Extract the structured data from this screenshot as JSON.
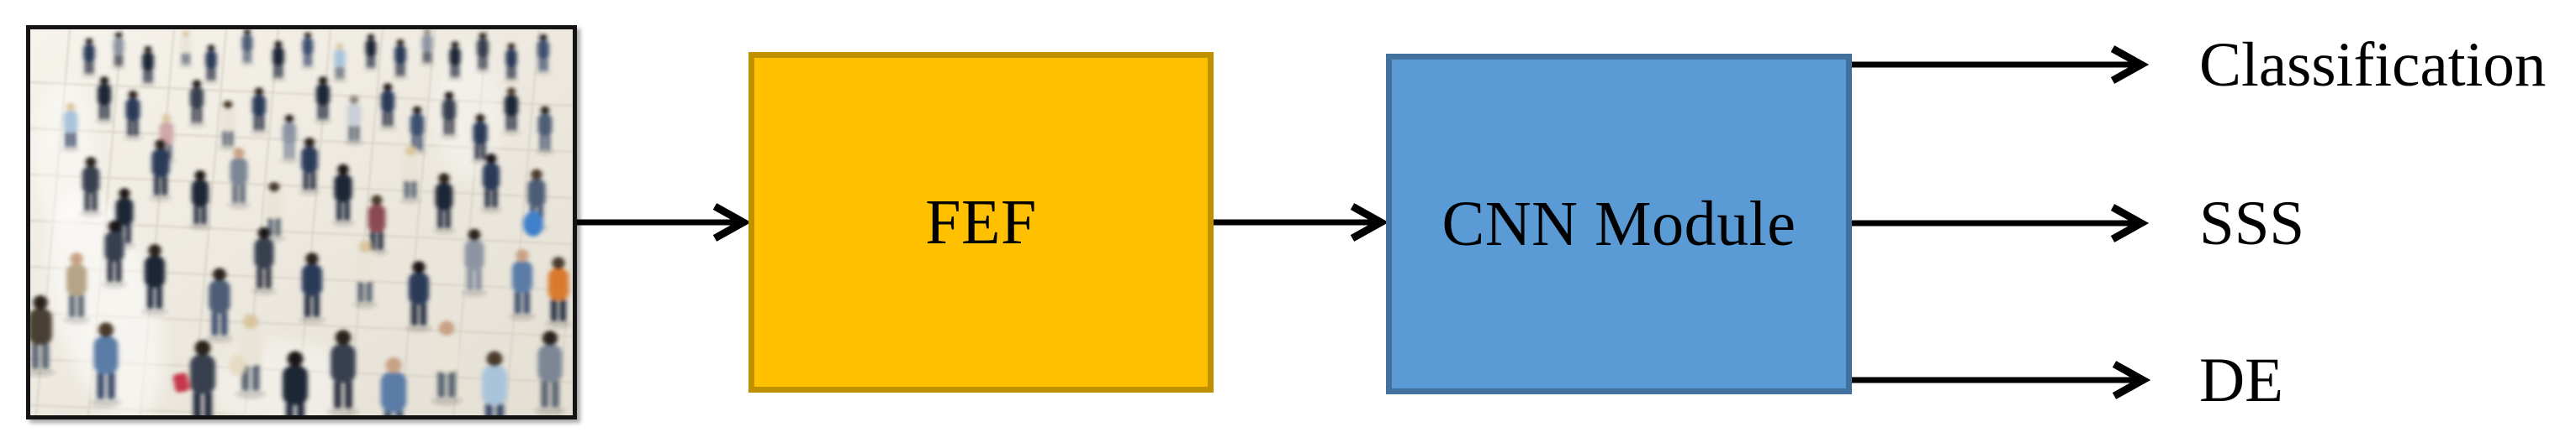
{
  "diagram": {
    "background": "#FFFFFF",
    "input_image": {
      "name": "crowd-photo",
      "alt": "Blurred overhead crowd of pedestrians"
    },
    "nodes": [
      {
        "id": "fef",
        "label": "FEF",
        "fill": "#FFC000",
        "border": "#BF9000",
        "text_color": "#000000"
      },
      {
        "id": "cnn",
        "label": "CNN Module",
        "fill": "#5B9BD5",
        "border": "#41719C",
        "text_color": "#000000"
      }
    ],
    "outputs": [
      {
        "label": "Classification"
      },
      {
        "label": "SSS"
      },
      {
        "label": "DE"
      }
    ],
    "arrow_color": "#000000"
  }
}
